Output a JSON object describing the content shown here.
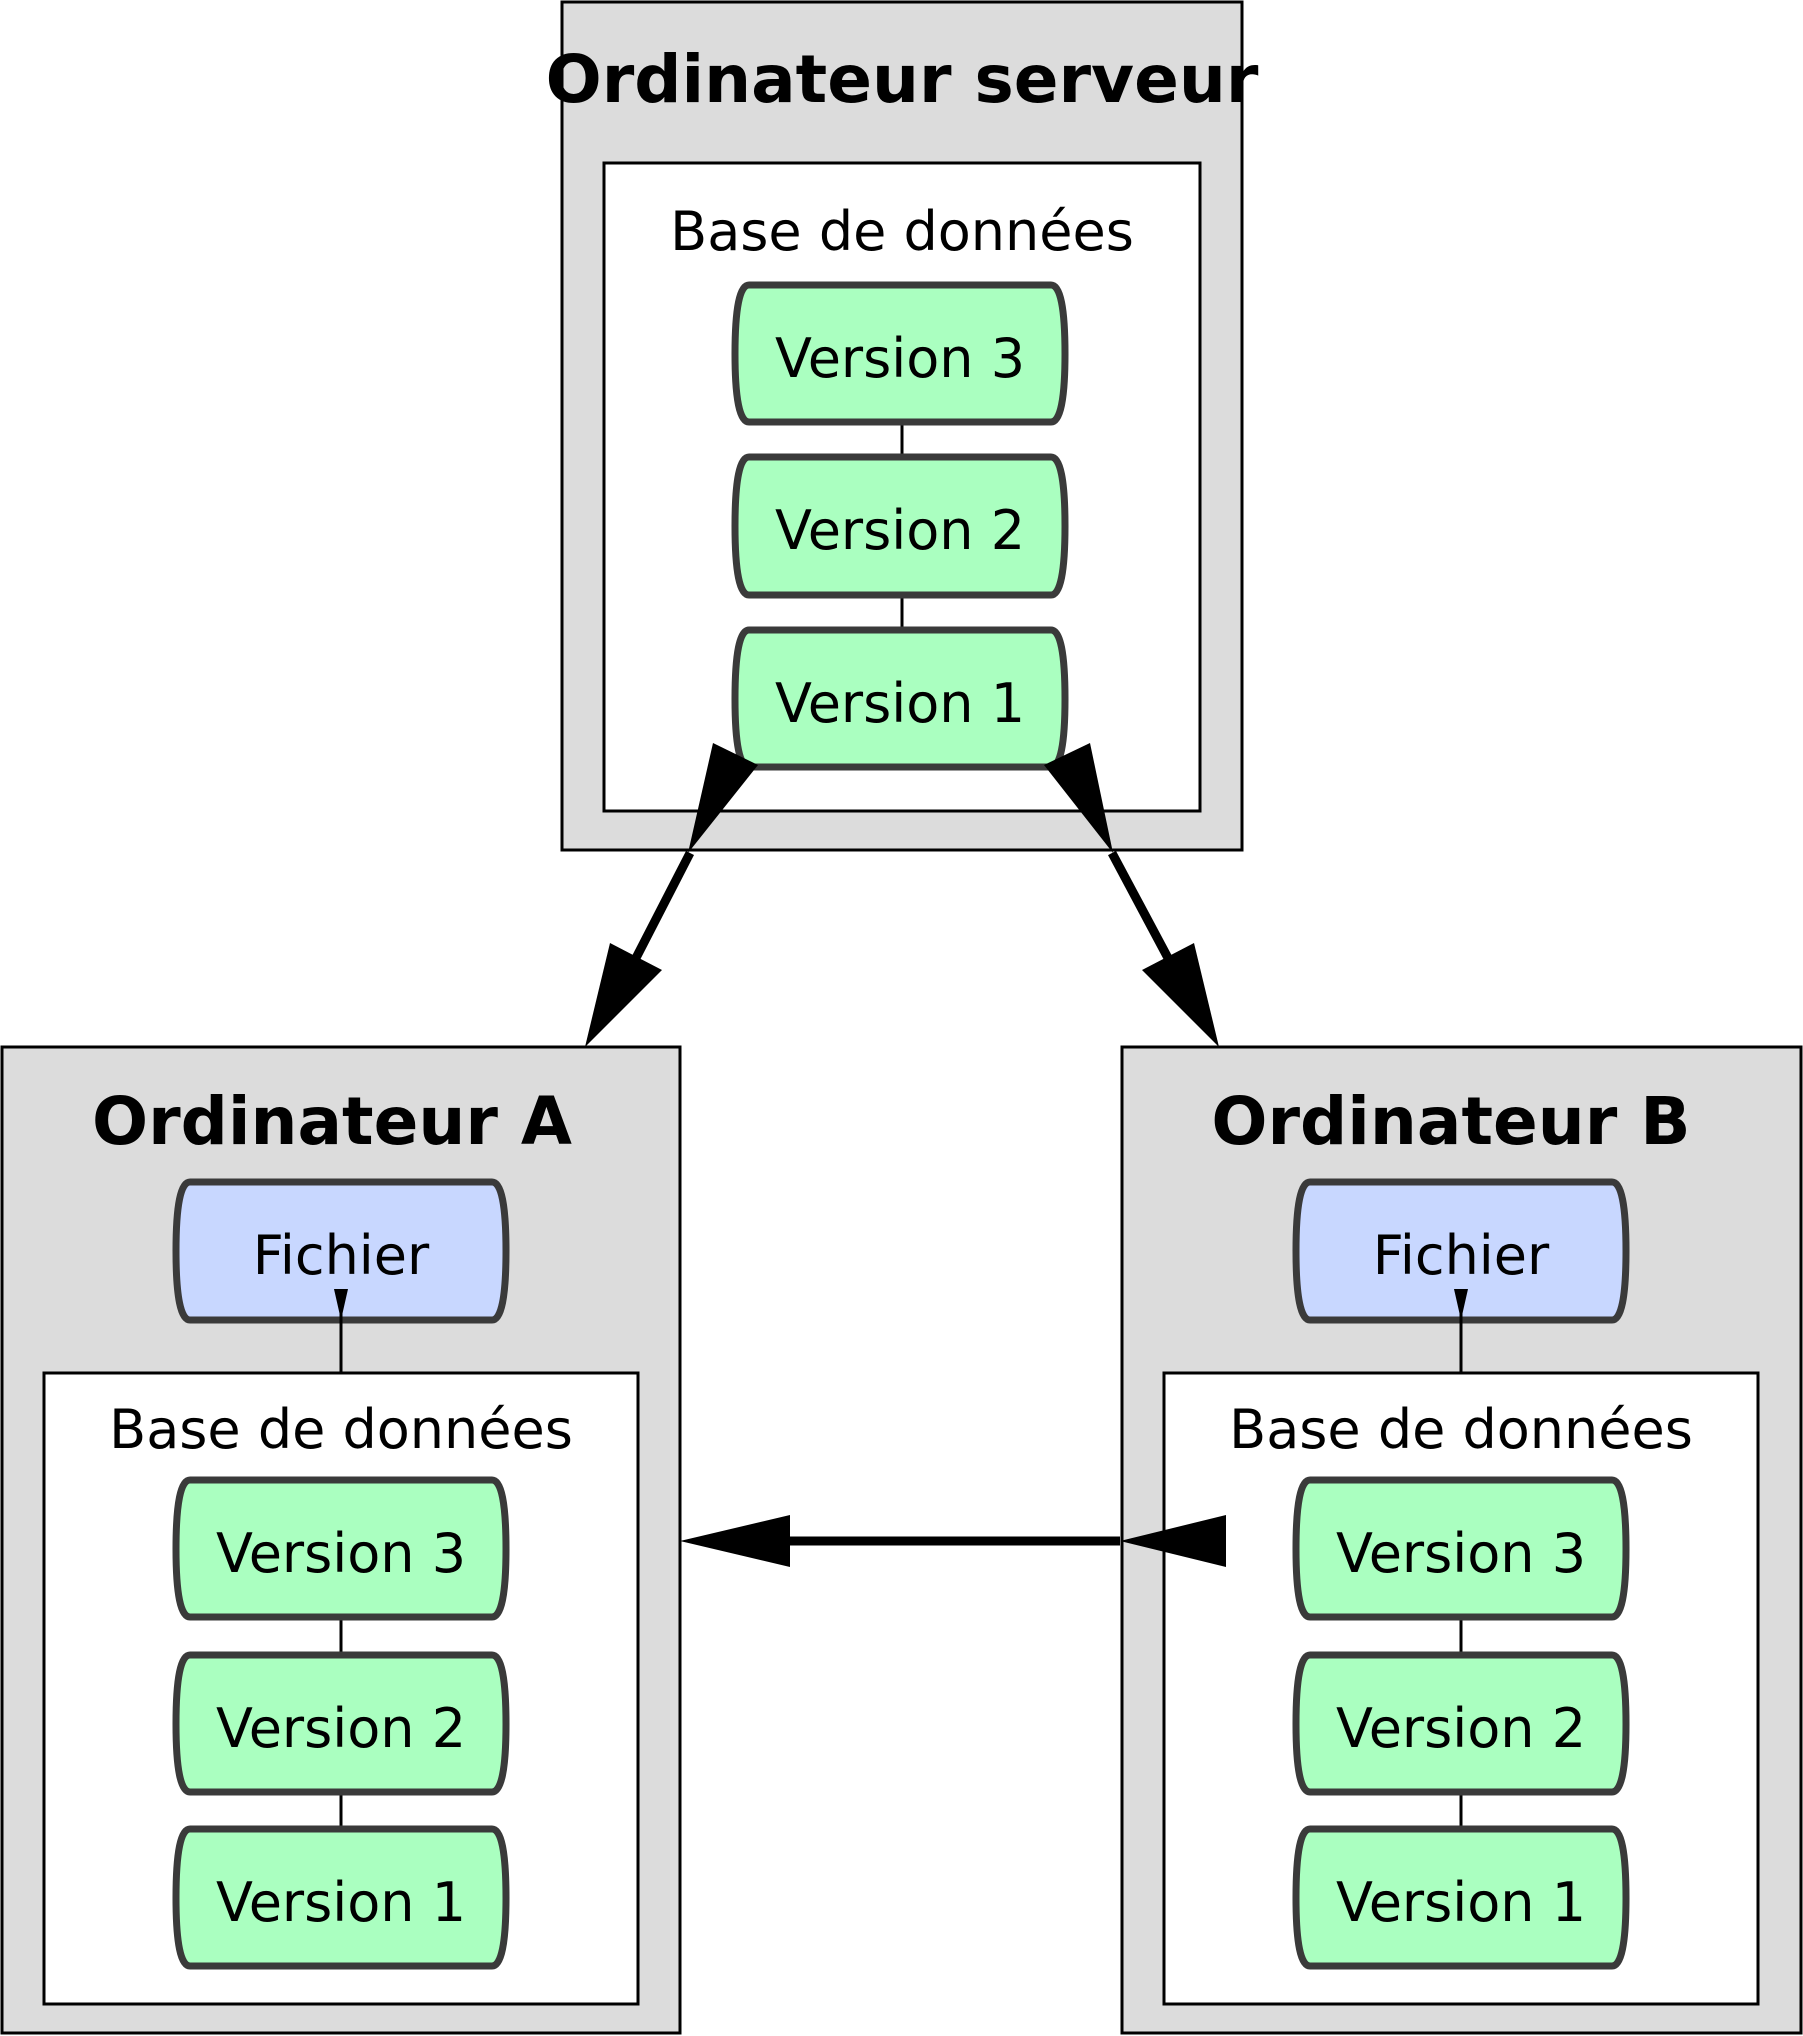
{
  "colors": {
    "computer_fill": "#dcdcdc",
    "database_fill": "#ffffff",
    "version_fill": "#aaffc0",
    "file_fill": "#c8d7ff",
    "node_stroke": "#3a3a3a",
    "frame_stroke": "#000000"
  },
  "server": {
    "title": "Ordinateur serveur",
    "database_label": "Base de données",
    "versions": [
      "Version 3",
      "Version 2",
      "Version 1"
    ]
  },
  "computer_a": {
    "title": "Ordinateur A",
    "file_label": "Fichier",
    "database_label": "Base de données",
    "versions": [
      "Version 3",
      "Version 2",
      "Version 1"
    ]
  },
  "computer_b": {
    "title": "Ordinateur B",
    "file_label": "Fichier",
    "database_label": "Base de données",
    "versions": [
      "Version 3",
      "Version 2",
      "Version 1"
    ]
  }
}
